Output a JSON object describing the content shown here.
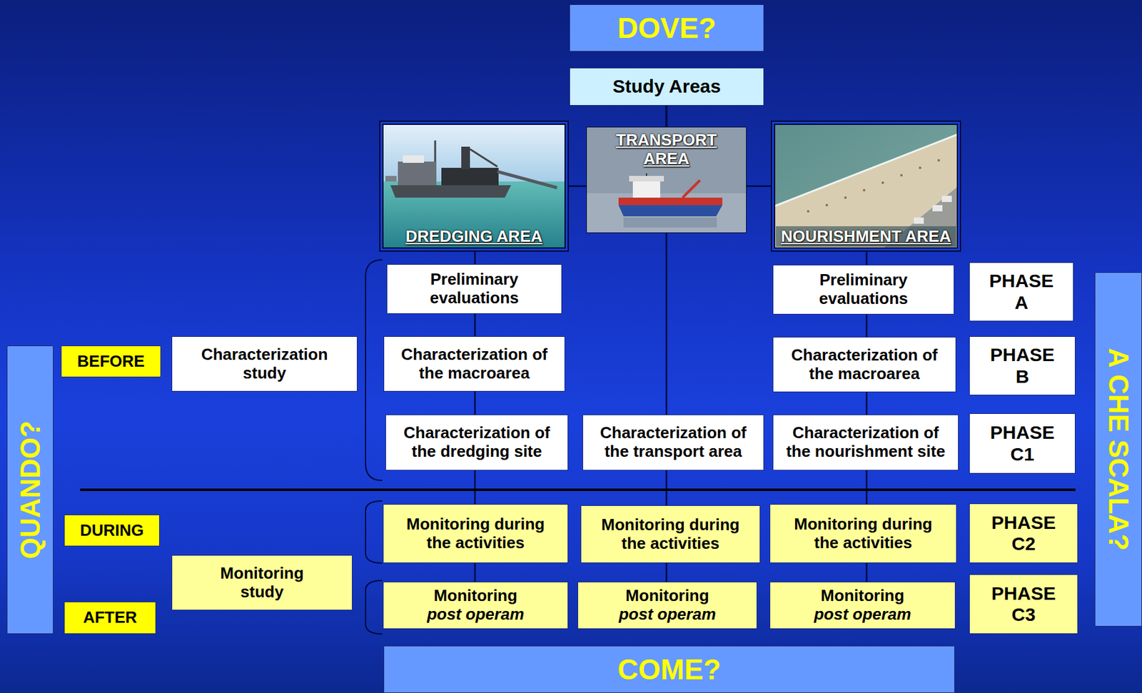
{
  "diagram": {
    "nodes": [
      {
        "text": [
          "DOVE?"
        ]
      },
      {
        "text": [
          "Study Areas"
        ]
      },
      {
        "text": [
          "DREDGING AREA"
        ]
      },
      {
        "text": [
          "TRANSPORT AREA"
        ]
      },
      {
        "text": [
          "NOURISHMENT AREA"
        ]
      },
      {
        "text": [
          "Preliminary evaluations"
        ]
      },
      {
        "text": [
          "Preliminary evaluations"
        ]
      },
      {
        "text": [
          "PHASE A"
        ]
      },
      {
        "text": [
          "A CHE SCALA?"
        ]
      },
      {
        "text": [
          "QUANDO?"
        ]
      },
      {
        "text": [
          "BEFORE"
        ]
      },
      {
        "text": [
          "Characterization study"
        ]
      },
      {
        "text": [
          "Characterization of the macroarea"
        ]
      },
      {
        "text": [
          "Characterization of the macroarea"
        ]
      },
      {
        "text": [
          "PHASE B"
        ]
      },
      {
        "text": [
          "Characterization of the dredging site"
        ]
      },
      {
        "text": [
          "Characterization of the transport area"
        ]
      },
      {
        "text": [
          "Characterization of the nourishment site"
        ]
      },
      {
        "text": [
          "PHASE C1"
        ]
      },
      {
        "text": [
          "DURING"
        ]
      },
      {
        "text": [
          "Monitoring during the activities"
        ]
      },
      {
        "text": [
          "Monitoring during the activities"
        ]
      },
      {
        "text": [
          "Monitoring during the activities"
        ]
      },
      {
        "text": [
          "PHASE C2"
        ]
      },
      {
        "text": [
          "Monitoring study"
        ]
      },
      {
        "text": [
          "AFTER"
        ]
      },
      {
        "text": [
          "Monitoring",
          "post operam"
        ]
      },
      {
        "text": [
          "Monitoring",
          "post operam"
        ]
      },
      {
        "text": [
          "Monitoring",
          "post operam"
        ]
      },
      {
        "text": [
          "PHASE C3"
        ]
      },
      {
        "text": [
          "COME?"
        ]
      }
    ],
    "edges": [
      {
        "from": 1,
        "to": 2,
        "arrow": "none"
      },
      {
        "from": 1,
        "to": 3,
        "arrow": "none"
      },
      {
        "from": 1,
        "to": 4,
        "arrow": "none"
      },
      {
        "from": 2,
        "to": 5,
        "arrow": "none"
      },
      {
        "from": 5,
        "to": 12,
        "arrow": "none"
      },
      {
        "from": 12,
        "to": 15,
        "arrow": "none"
      },
      {
        "from": 15,
        "to": 20,
        "arrow": "none"
      },
      {
        "from": 20,
        "to": 26,
        "arrow": "none"
      },
      {
        "from": 3,
        "to": 16,
        "arrow": "none"
      },
      {
        "from": 16,
        "to": 21,
        "arrow": "none"
      },
      {
        "from": 21,
        "to": 27,
        "arrow": "none"
      },
      {
        "from": 4,
        "to": 6,
        "arrow": "none"
      },
      {
        "from": 6,
        "to": 13,
        "arrow": "none"
      },
      {
        "from": 13,
        "to": 17,
        "arrow": "none"
      },
      {
        "from": 17,
        "to": 22,
        "arrow": "none"
      },
      {
        "from": 22,
        "to": 28,
        "arrow": "none"
      }
    ]
  }
}
